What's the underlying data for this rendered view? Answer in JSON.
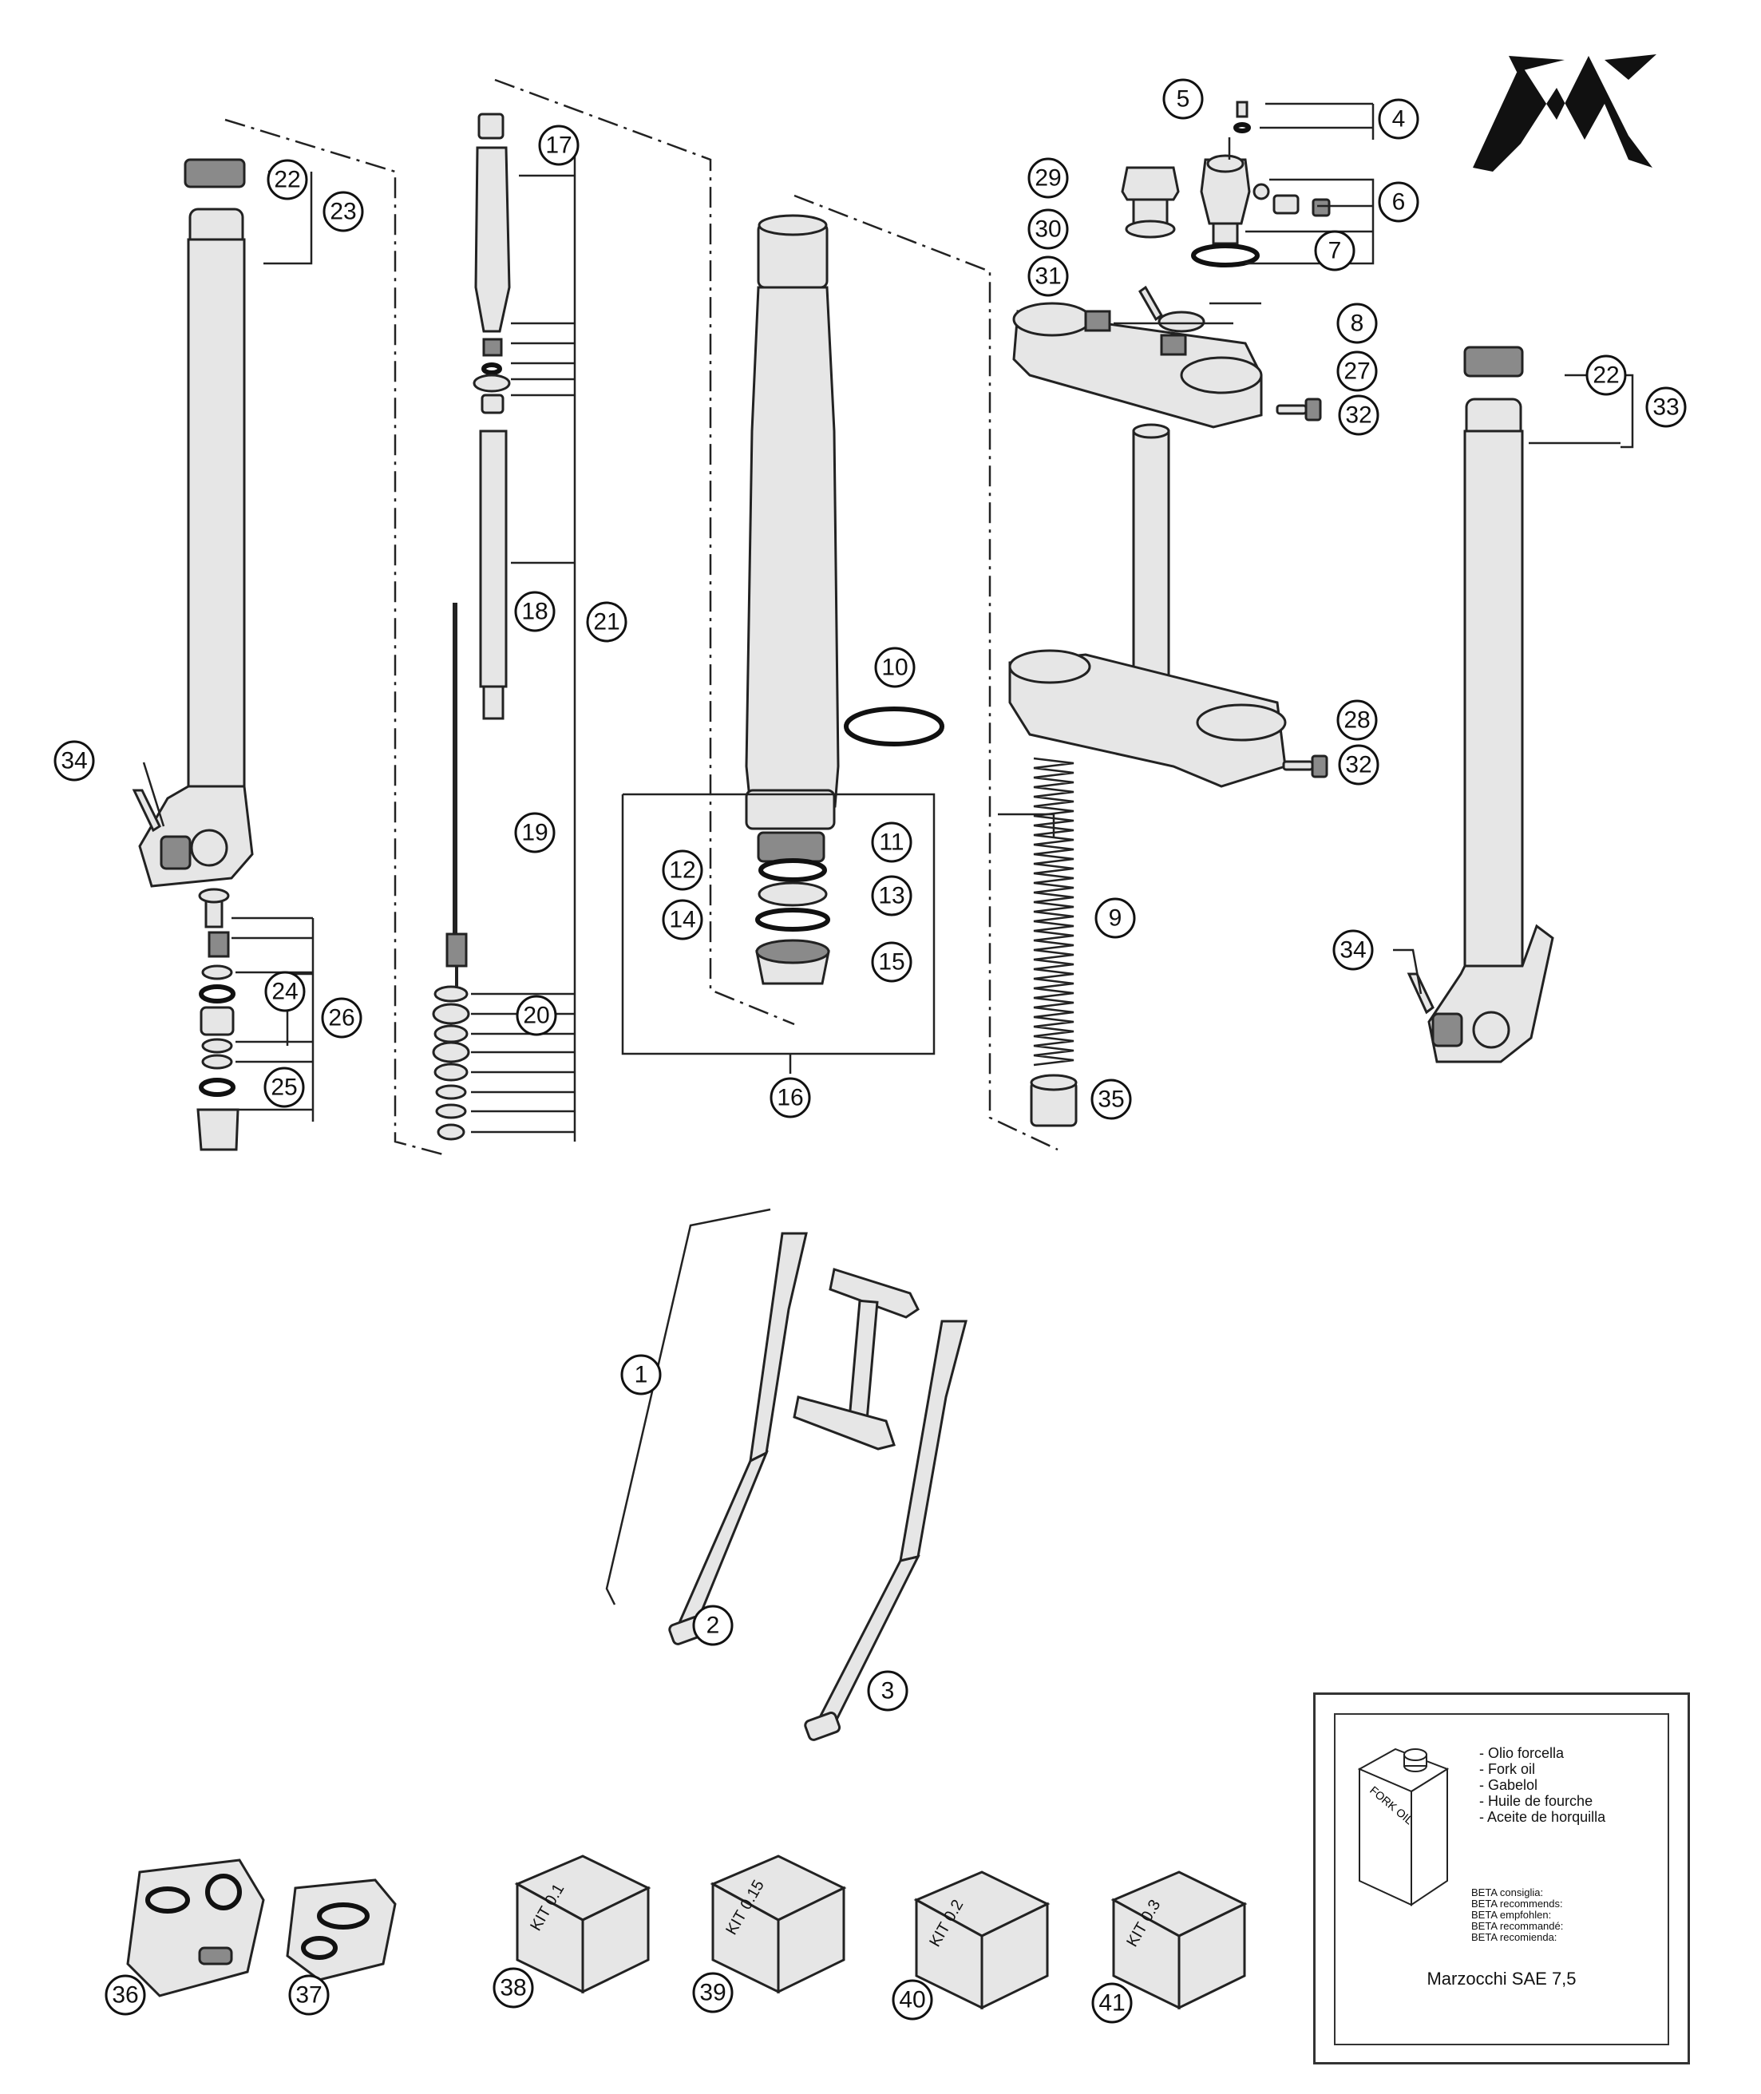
{
  "callouts": [
    "1",
    "2",
    "3",
    "4",
    "5",
    "6",
    "7",
    "8",
    "9",
    "10",
    "11",
    "12",
    "13",
    "14",
    "15",
    "16",
    "17",
    "18",
    "19",
    "20",
    "21",
    "22",
    "23",
    "24",
    "25",
    "26",
    "27",
    "28",
    "29",
    "30",
    "31",
    "32",
    "33",
    "34",
    "35",
    "36",
    "37",
    "38",
    "39",
    "40",
    "41"
  ],
  "kits": [
    "KIT 0.1",
    "KIT 0.15",
    "KIT 0.2",
    "KIT 0.3"
  ],
  "oil_box": {
    "can_label": "FORK OIL",
    "items": [
      "- Olio forcella",
      "- Fork oil",
      "- Gabelol",
      "- Huile de fourche",
      "- Aceite de horquilla"
    ],
    "recommends": [
      "BETA consiglia:",
      "BETA recommends:",
      "BETA empfohlen:",
      "BETA recommandé:",
      "BETA recomienda:"
    ],
    "spec": "Marzocchi SAE 7,5"
  }
}
